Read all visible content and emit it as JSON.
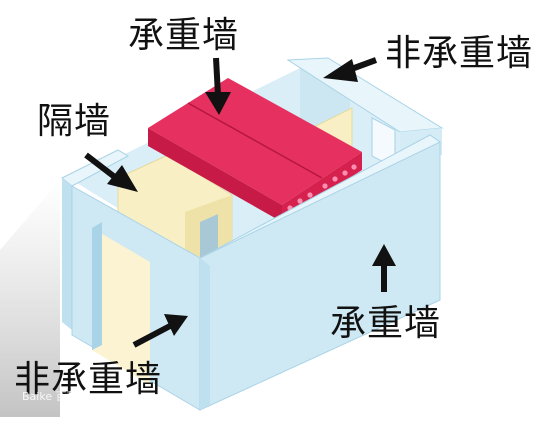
{
  "labels": {
    "top_load_bearing": "承重墙",
    "top_right_non_load_bearing": "非承重墙",
    "partition": "隔墙",
    "right_load_bearing": "承重墙",
    "bottom_non_load_bearing": "非承重墙"
  },
  "colors": {
    "wall_light_blue": "#cfe9f4",
    "wall_top": "#e3f4fb",
    "wall_edge": "#a9d3e6",
    "partition_cream": "#f8efc4",
    "slab_red": "#d6204e",
    "slab_top": "#e63160",
    "hole_pink": "#ff8fb2",
    "arrow": "#111111",
    "label_text": "#111111"
  },
  "watermark": "Baike 百科"
}
